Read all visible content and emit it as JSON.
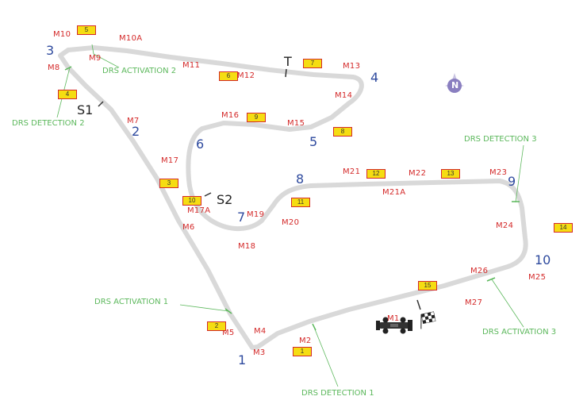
{
  "map": {
    "turns": [
      "1",
      "2",
      "3",
      "4",
      "5",
      "6",
      "7",
      "8",
      "9",
      "10"
    ],
    "sectors": {
      "s1": "S1",
      "s2": "S2",
      "speed_trap": "T"
    },
    "markers": [
      "M1",
      "M2",
      "M3",
      "M4",
      "M5",
      "M6",
      "M7",
      "M8",
      "M9",
      "M10",
      "M10A",
      "M11",
      "M12",
      "M13",
      "M14",
      "M15",
      "M16",
      "M17",
      "M17A",
      "M18",
      "M19",
      "M20",
      "M21",
      "M21A",
      "M22",
      "M23",
      "M24",
      "M25",
      "M26",
      "M27"
    ],
    "marshal_posts": [
      "1",
      "2",
      "3",
      "4",
      "5",
      "7",
      "6",
      "9",
      "8",
      "10",
      "11",
      "12",
      "13",
      "14",
      "15"
    ],
    "drs": {
      "detection_1": "DRS DETECTION 1",
      "detection_2": "DRS DETECTION 2",
      "detection_3": "DRS DETECTION 3",
      "activation_1": "DRS ACTIVATION 1",
      "activation_2": "DRS ACTIVATION 2",
      "activation_3": "DRS ACTIVATION 3"
    },
    "compass": "N",
    "colors": {
      "track": "#d9d9d9",
      "turn": "#2e4a9e",
      "marker": "#d42a2a",
      "post_fill": "#f5dd12",
      "drs": "#5cb85c",
      "compass": "#8a7fc0"
    },
    "icons": [
      "car-icon",
      "chequered-flag-icon",
      "compass-icon"
    ]
  }
}
